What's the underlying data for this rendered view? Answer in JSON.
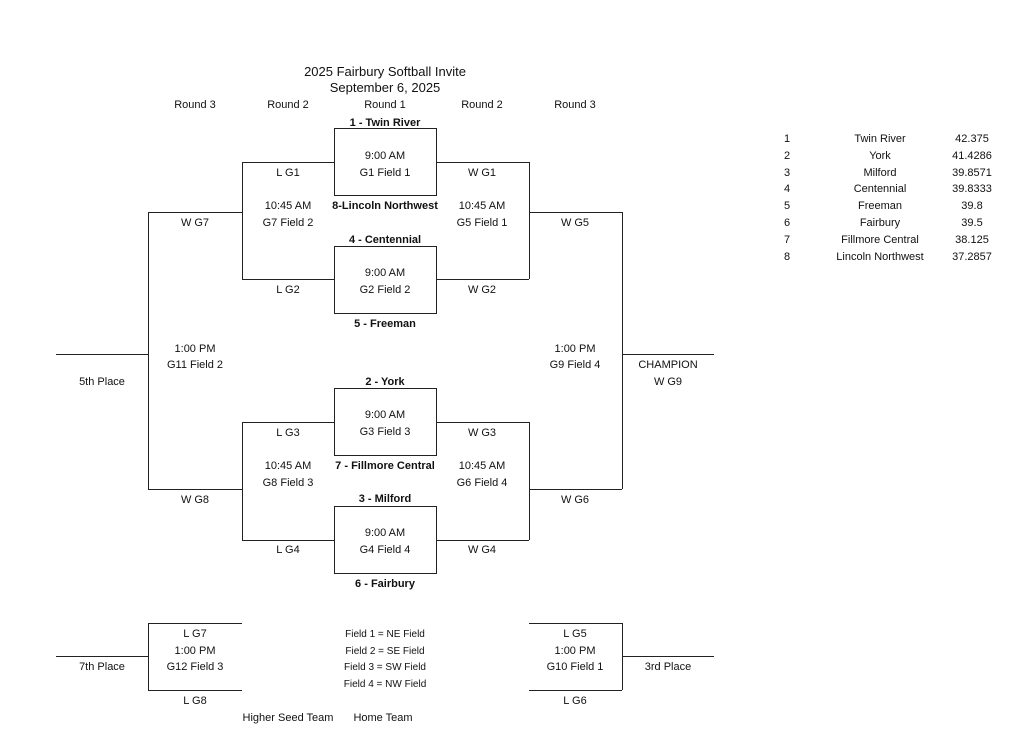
{
  "header": {
    "title": "2025 Fairbury Softball Invite",
    "date": "September 6, 2025",
    "columns": [
      "Round 3",
      "Round 2",
      "Round 1",
      "Round 2",
      "Round 3"
    ]
  },
  "round1": {
    "g1": {
      "top_team": "1 - Twin River",
      "time": "9:00 AM",
      "field": "G1 Field 1",
      "bottom_team": "8-Lincoln Northwest"
    },
    "g2": {
      "top_team": "4 - Centennial",
      "time": "9:00 AM",
      "field": "G2 Field 2",
      "bottom_team": "5 - Freeman"
    },
    "g3": {
      "top_team": "2 - York",
      "time": "9:00 AM",
      "field": "G3 Field 3",
      "bottom_team": "7 - Fillmore Central"
    },
    "g4": {
      "top_team": "3 - Milford",
      "time": "9:00 AM",
      "field": "G4 Field 4",
      "bottom_team": "6 - Fairbury"
    }
  },
  "left": {
    "lg1": "L G1",
    "lg2": "L G2",
    "lg3": "L G3",
    "lg4": "L G4",
    "g7": {
      "time": "10:45 AM",
      "field": "G7 Field 2"
    },
    "g8": {
      "time": "10:45 AM",
      "field": "G8 Field 3"
    },
    "wg7": "W G7",
    "wg8": "W G8",
    "g11": {
      "time": "1:00 PM",
      "field": "G11 Field 2"
    },
    "fifth": "5th Place"
  },
  "right": {
    "wg1": "W G1",
    "wg2": "W G2",
    "wg3": "W G3",
    "wg4": "W G4",
    "g5": {
      "time": "10:45 AM",
      "field": "G5 Field 1"
    },
    "g6": {
      "time": "10:45 AM",
      "field": "G6 Field 4"
    },
    "wg5": "W G5",
    "wg6": "W G6",
    "g9": {
      "time": "1:00 PM",
      "field": "G9 Field 4"
    },
    "champion": "CHAMPION",
    "wg9": "W G9"
  },
  "consolation_left": {
    "top": "L G7",
    "time": "1:00 PM",
    "field": "G12 Field 3",
    "bottom": "L G8",
    "place": "7th Place"
  },
  "consolation_right": {
    "top": "L G5",
    "time": "1:00 PM",
    "field": "G10 Field 1",
    "bottom": "L G6",
    "place": "3rd Place"
  },
  "fields": [
    "Field 1 = NE Field",
    "Field 2 = SE Field",
    "Field 3 = SW Field",
    "Field 4 = NW Field"
  ],
  "footer": {
    "higher_seed": "Higher Seed Team",
    "home": "Home Team"
  },
  "seeds": [
    {
      "seed": "1",
      "team": "Twin River",
      "score": "42.375"
    },
    {
      "seed": "2",
      "team": "York",
      "score": "41.4286"
    },
    {
      "seed": "3",
      "team": "Milford",
      "score": "39.8571"
    },
    {
      "seed": "4",
      "team": "Centennial",
      "score": "39.8333"
    },
    {
      "seed": "5",
      "team": "Freeman",
      "score": "39.8"
    },
    {
      "seed": "6",
      "team": "Fairbury",
      "score": "39.5"
    },
    {
      "seed": "7",
      "team": "Fillmore Central",
      "score": "38.125"
    },
    {
      "seed": "8",
      "team": "Lincoln Northwest",
      "score": "37.2857"
    }
  ]
}
